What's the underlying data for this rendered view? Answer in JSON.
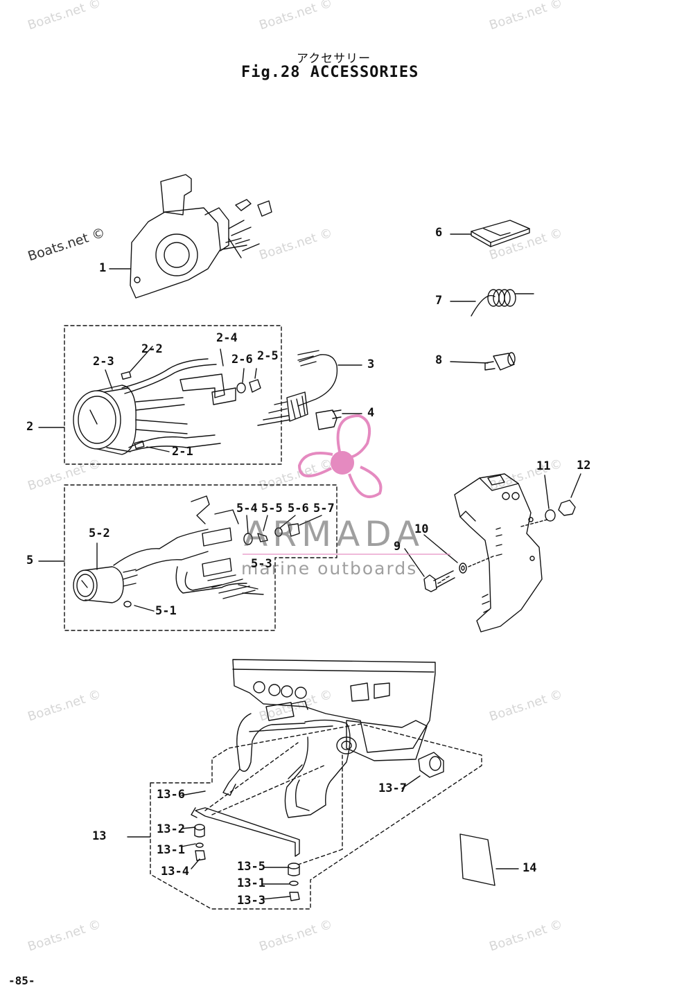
{
  "title": {
    "japanese": "アクセサリー",
    "english": "Fig.28  ACCESSORIES"
  },
  "watermark": {
    "text": "Boats.net ©"
  },
  "logo": {
    "name": "ARMADA",
    "tagline": "marine outboards",
    "accent_color": "#e58ac0"
  },
  "callouts": {
    "c1": "1",
    "c2": "2",
    "c2_1": "2-1",
    "c2_2": "2-2",
    "c2_3": "2-3",
    "c2_4": "2-4",
    "c2_5": "2-5",
    "c2_6": "2-6",
    "c3": "3",
    "c4": "4",
    "c5": "5",
    "c5_1": "5-1",
    "c5_2": "5-2",
    "c5_3": "5-3",
    "c5_4": "5-4",
    "c5_5": "5-5",
    "c5_6": "5-6",
    "c5_7": "5-7",
    "c6": "6",
    "c7": "7",
    "c8": "8",
    "c9": "9",
    "c10": "10",
    "c11": "11",
    "c12": "12",
    "c13": "13",
    "c13_1a": "13-1",
    "c13_1b": "13-1",
    "c13_2": "13-2",
    "c13_3": "13-3",
    "c13_4": "13-4",
    "c13_5": "13-5",
    "c13_6": "13-6",
    "c13_7": "13-7",
    "c14": "14"
  },
  "page_number": "-85-"
}
